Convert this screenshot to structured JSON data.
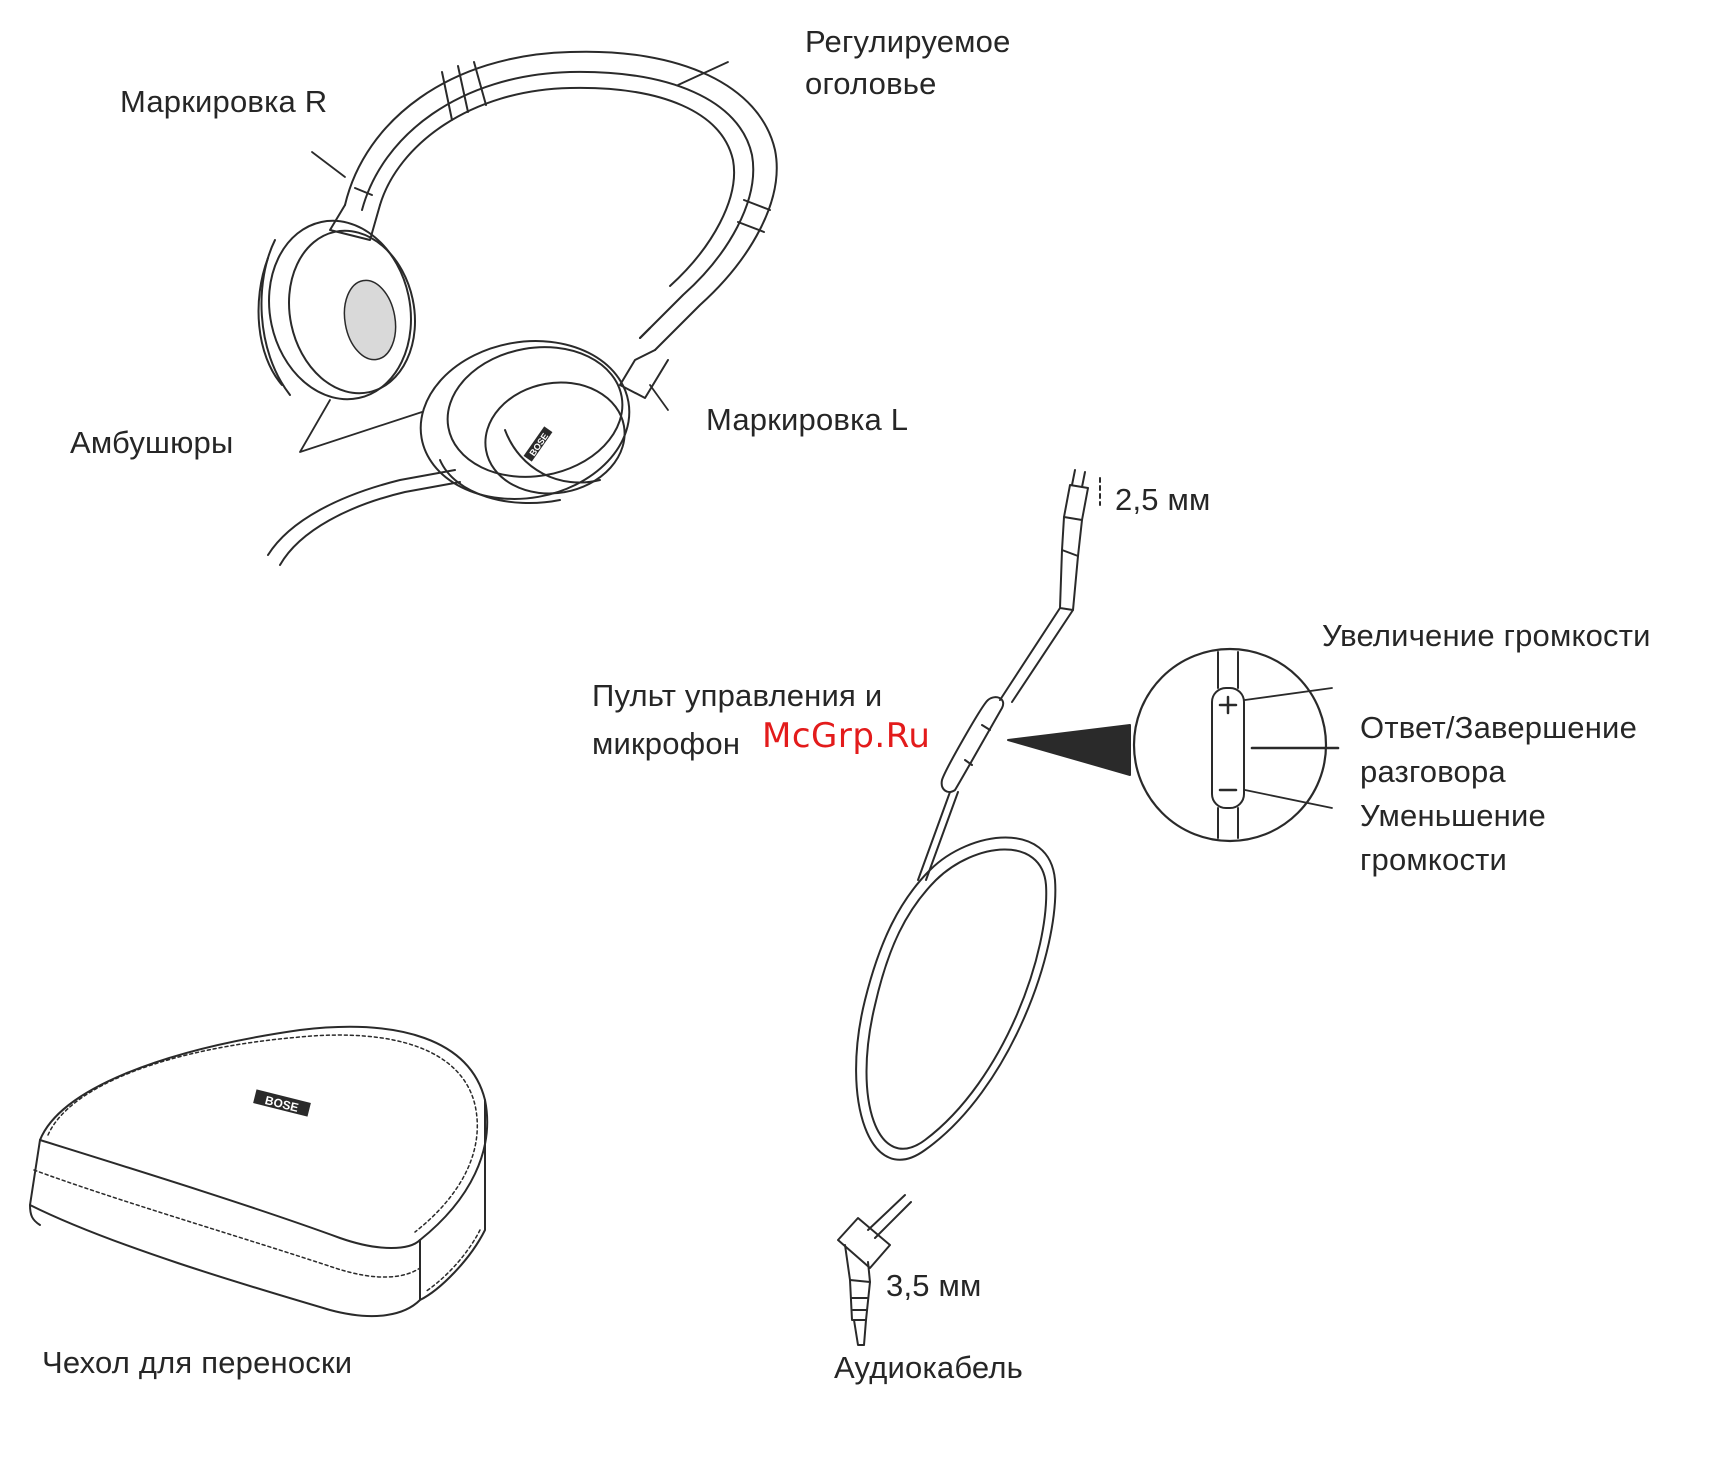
{
  "labels": {
    "marking_r": "Маркировка R",
    "headband_line1": "Регулируемое",
    "headband_line2": "оголовье",
    "ear_cushions": "Амбушюры",
    "marking_l": "Маркировка L",
    "plug_small": "2,5 мм",
    "remote_line1": "Пульт управления и",
    "remote_line2": "микрофон",
    "volume_up": "Увеличение громкости",
    "answer_line1": "Ответ/Завершение",
    "answer_line2": "разговора",
    "volume_down_line1": "Уменьшение",
    "volume_down_line2": "громкости",
    "plug_large": "3,5 мм",
    "audio_cable": "Аудиокабель",
    "carry_case": "Чехол для переноски"
  },
  "watermark": "McGrp.Ru",
  "brand_logo": "BOSE",
  "colors": {
    "line": "#2a2a2a",
    "text": "#262626",
    "watermark": "#e31b1b",
    "cushion_fill": "#d9d9d9"
  }
}
